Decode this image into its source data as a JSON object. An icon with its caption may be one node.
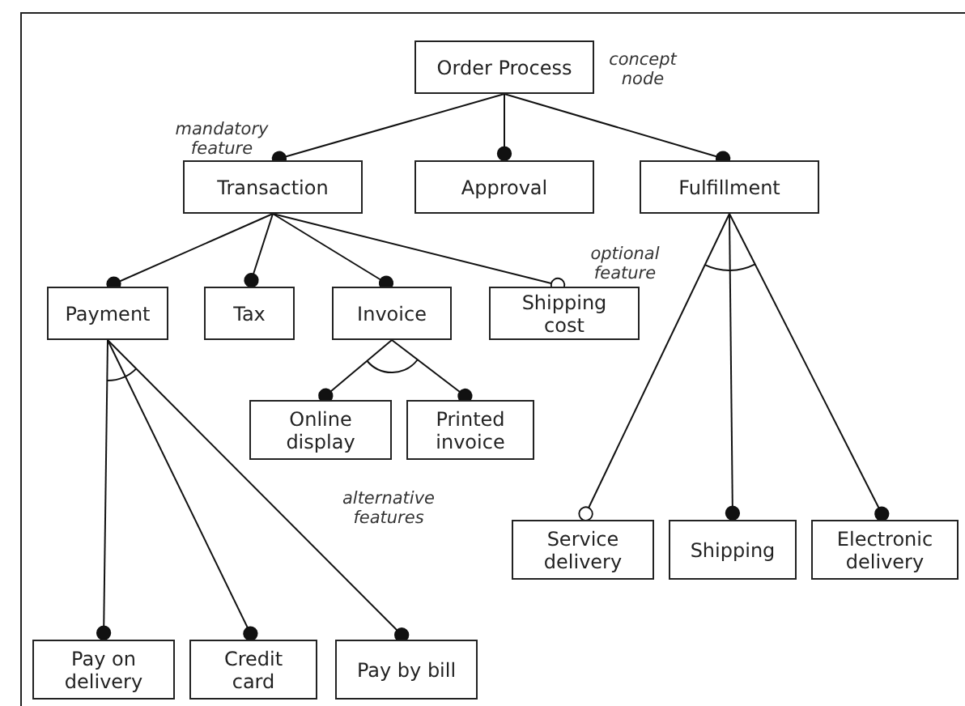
{
  "diagram": {
    "nodes": [
      {
        "text": [
          "Order Process"
        ]
      },
      {
        "text": [
          "Transaction"
        ]
      },
      {
        "text": [
          "Approval"
        ]
      },
      {
        "text": [
          "Fulfillment"
        ]
      },
      {
        "text": [
          "Payment"
        ]
      },
      {
        "text": [
          "Tax"
        ]
      },
      {
        "text": [
          "Invoice"
        ]
      },
      {
        "text": [
          "Shipping cost"
        ]
      },
      {
        "text": [
          "Online display"
        ]
      },
      {
        "text": [
          "Printed invoice"
        ]
      },
      {
        "text": [
          "Service delivery"
        ]
      },
      {
        "text": [
          "Shipping"
        ]
      },
      {
        "text": [
          "Electronic delivery"
        ]
      },
      {
        "text": [
          "Pay on delivery"
        ]
      },
      {
        "text": [
          "Credit card"
        ]
      },
      {
        "text": [
          "Pay by bill"
        ]
      }
    ],
    "edges": [
      {
        "from": 0,
        "to": 1,
        "arrow": "other"
      },
      {
        "from": 0,
        "to": 2,
        "arrow": "other"
      },
      {
        "from": 0,
        "to": 3,
        "arrow": "other"
      },
      {
        "from": 1,
        "to": 4,
        "arrow": "other"
      },
      {
        "from": 1,
        "to": 5,
        "arrow": "other"
      },
      {
        "from": 1,
        "to": 6,
        "arrow": "other"
      },
      {
        "from": 1,
        "to": 7,
        "arrow": "other"
      },
      {
        "from": 6,
        "to": 8,
        "arrow": "other"
      },
      {
        "from": 6,
        "to": 9,
        "arrow": "other"
      },
      {
        "from": 3,
        "to": 10,
        "arrow": "other"
      },
      {
        "from": 3,
        "to": 11,
        "arrow": "other"
      },
      {
        "from": 3,
        "to": 12,
        "arrow": "other"
      },
      {
        "from": 4,
        "to": 13,
        "arrow": "other"
      },
      {
        "from": 4,
        "to": 14,
        "arrow": "other"
      },
      {
        "from": 4,
        "to": 15,
        "arrow": "other"
      }
    ],
    "labels": [
      "concept node",
      "mandatory feature",
      "optional feature",
      "alternative features"
    ]
  }
}
